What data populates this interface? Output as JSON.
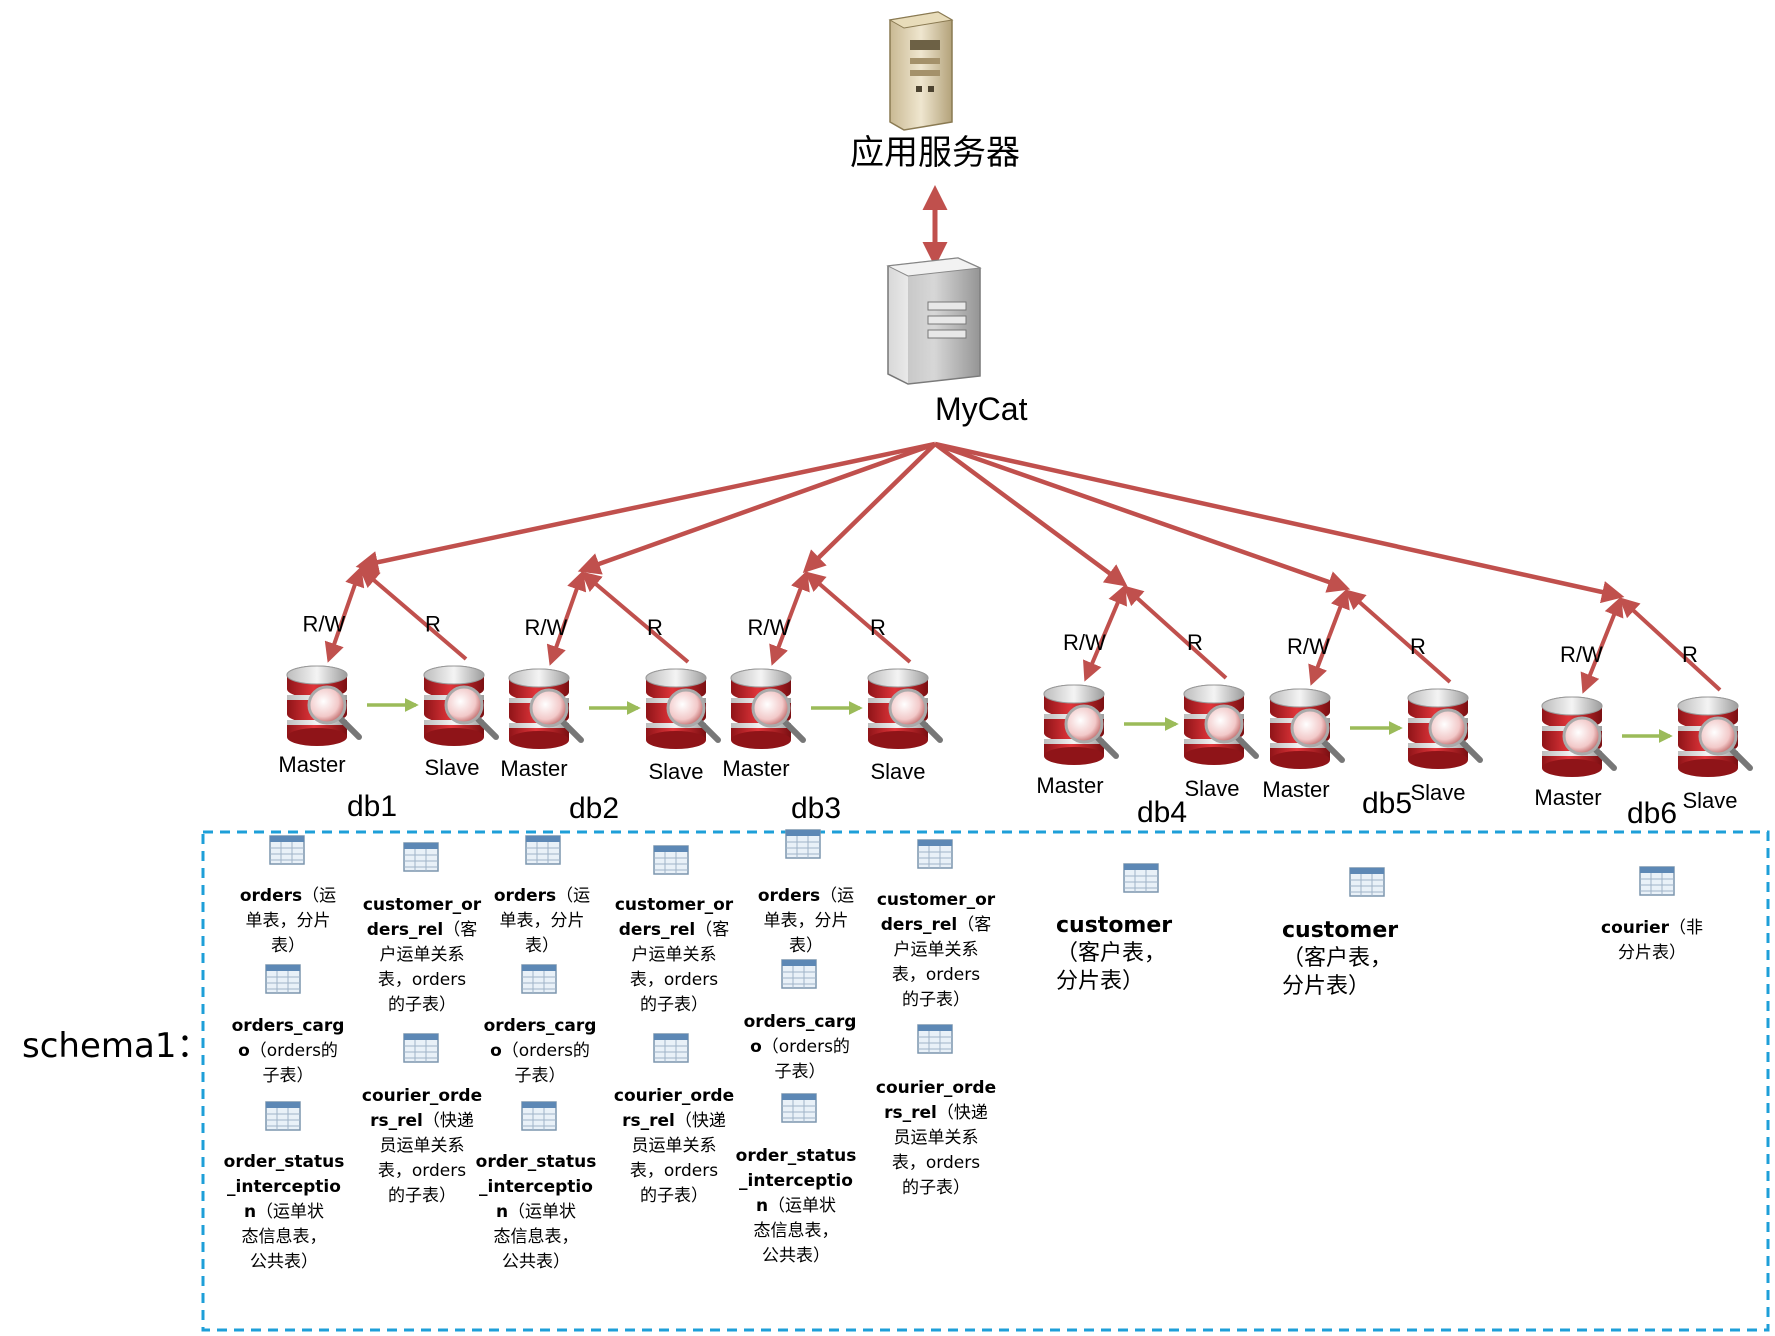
{
  "app_server": {
    "label": "应用服务器"
  },
  "mycat": {
    "label": "MyCat"
  },
  "edge_labels": {
    "rw": "R/W",
    "r": "R"
  },
  "node_labels": {
    "master": "Master",
    "slave": "Slave"
  },
  "dbs": [
    {
      "name": "db1"
    },
    {
      "name": "db2"
    },
    {
      "name": "db3"
    },
    {
      "name": "db4"
    },
    {
      "name": "db5"
    },
    {
      "name": "db6"
    }
  ],
  "schema": {
    "label": "schema1："
  },
  "tables": [
    {
      "id": "t1",
      "en": "orders",
      "cn_lines": [
        "（运",
        "单表，分片",
        "表）"
      ]
    },
    {
      "id": "t2",
      "en": "orders_carg",
      "en2": "o",
      "cn_lines": [
        "（orders的",
        "子表）"
      ]
    },
    {
      "id": "t3",
      "en": "order_status",
      "en2": "_interceptio",
      "en3": "n",
      "cn_lines": [
        "（运单状",
        "态信息表，",
        "公共表）"
      ]
    },
    {
      "id": "t4",
      "en": "customer_or",
      "en2": "ders_rel",
      "cn_lines": [
        "（客",
        "户运单关系",
        "表，orders",
        "的子表）"
      ]
    },
    {
      "id": "t5",
      "en": "courier_orde",
      "en2": "rs_rel",
      "cn_lines": [
        "（快递",
        "员运单关系",
        "表，orders",
        "的子表）"
      ]
    },
    {
      "id": "t6",
      "en": "customer",
      "cn_lines": [
        "（客户表，",
        "分片表）"
      ]
    },
    {
      "id": "t7",
      "en": "courier",
      "cn_lines": [
        "（非",
        "分片表）"
      ]
    }
  ],
  "colors": {
    "arrow": "#c0504d",
    "replication": "#9bbb59",
    "schema_border": "#1e9fd8",
    "db_red": "#c0282d"
  },
  "icons": [
    "server-tower-icon",
    "mycat-server-icon",
    "database-icon",
    "table-icon"
  ]
}
